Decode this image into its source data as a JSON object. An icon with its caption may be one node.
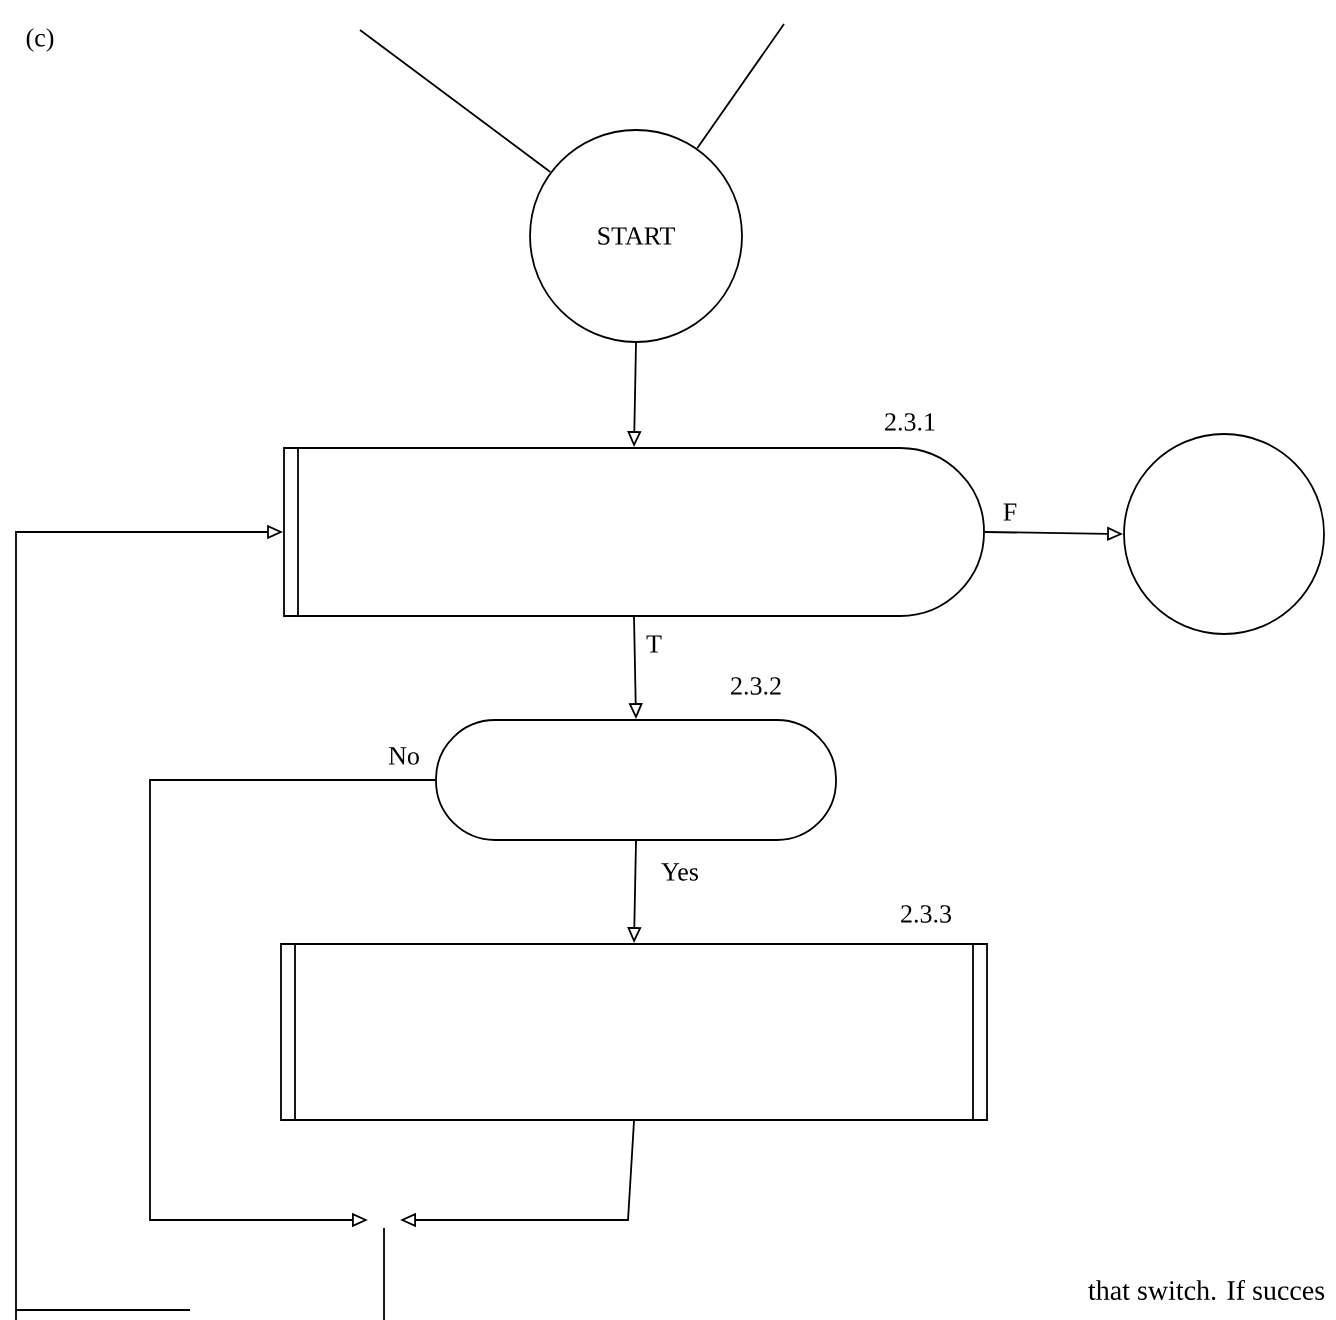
{
  "diagram": {
    "nodes": [
      {
        "text": [
          "START"
        ]
      },
      {
        "text": [],
        "shape": "box",
        "beside": [
          "2.3.1"
        ]
      },
      {
        "text": [],
        "shape": "circle"
      },
      {
        "text": [],
        "shape": "oval",
        "beside": [
          "2.3.2"
        ]
      },
      {
        "text": [],
        "shape": "box",
        "beside": [
          "2.3.3"
        ]
      }
    ],
    "edges": [
      {
        "from": null,
        "to": 0,
        "arrow": "none"
      },
      {
        "from": null,
        "to": 0,
        "arrow": "none"
      },
      {
        "from": 0,
        "to": 1,
        "arrow": "to"
      },
      {
        "from": 1,
        "to": 2,
        "arrow": "to",
        "label": "F"
      },
      {
        "from": 1,
        "to": 3,
        "arrow": "to",
        "label": "T"
      },
      {
        "from": 3,
        "to": null,
        "arrow": "to",
        "label": "No"
      },
      {
        "from": 3,
        "to": 4,
        "arrow": "to",
        "label": "Yes"
      },
      {
        "from": 4,
        "to": null,
        "arrow": "to"
      },
      {
        "from": null,
        "to": 1,
        "arrow": "to"
      }
    ],
    "labels": [
      "(c)",
      "that switch. If succes"
    ]
  }
}
